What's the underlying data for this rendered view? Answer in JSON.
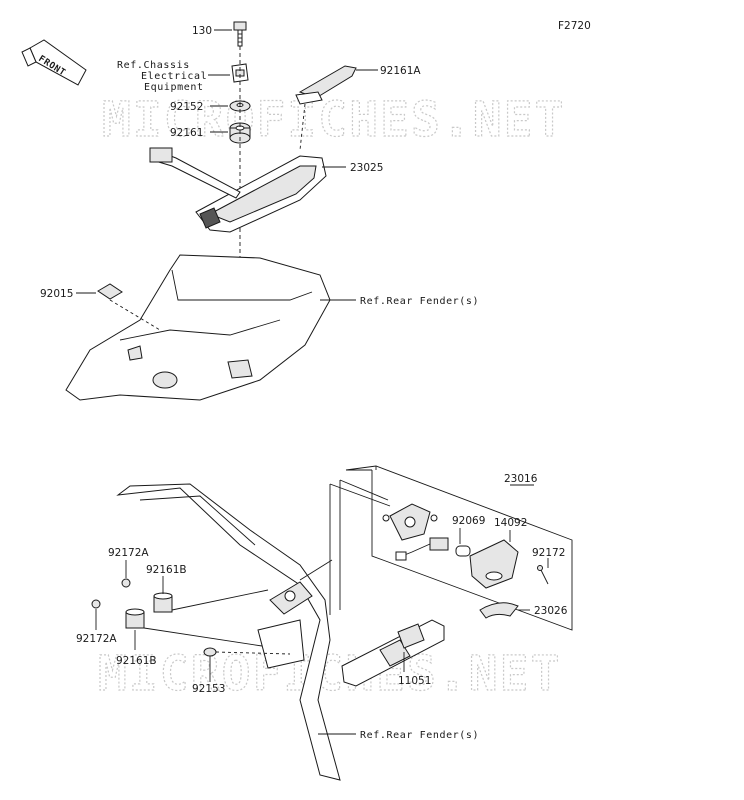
{
  "figure_code": "F2720",
  "front_badge": "FRONT",
  "watermark": "MICROFICHES.NET",
  "labels": {
    "p130": "130",
    "ref_chassis_1": "Ref.Chassis",
    "ref_chassis_2": "Electrical",
    "ref_chassis_3": "Equipment",
    "p92161A": "92161A",
    "p92152": "92152",
    "p92161": "92161",
    "p23025": "23025",
    "p92015": "92015",
    "ref_rear_fender_top": "Ref.Rear Fender(s)",
    "p23016": "23016",
    "p92069": "92069",
    "p14092": "14092",
    "p92172": "92172",
    "p23026": "23026",
    "p92172A_top": "92172A",
    "p92161B_top": "92161B",
    "p92172A_bot": "92172A",
    "p92161B_bot": "92161B",
    "p92153": "92153",
    "p11051": "11051",
    "ref_rear_fender_bot": "Ref.Rear Fender(s)"
  },
  "colors": {
    "line": "#1a1a1a",
    "watermark": "#c9c9c9",
    "shade": "#e6e6e6"
  }
}
